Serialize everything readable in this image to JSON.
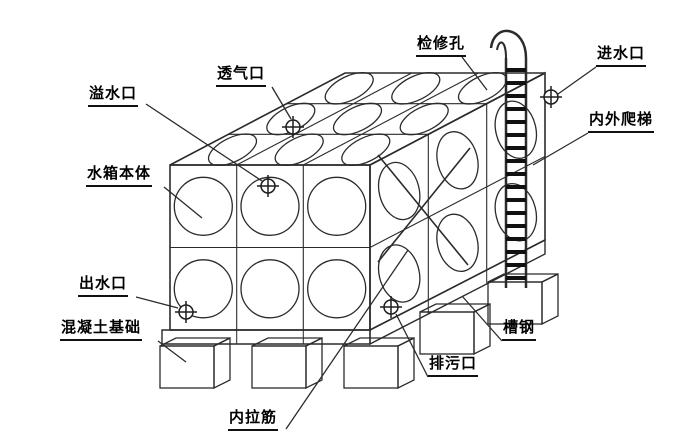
{
  "page": {
    "background_color": "#ffffff",
    "line_color": "#2b2b2b",
    "label_color": "#000000"
  },
  "diagram": {
    "type": "technical-illustration",
    "subject": "modular panel water tank isometric drawing",
    "labels": [
      {
        "id": "overflow-port",
        "text": "溢水口"
      },
      {
        "id": "vent-port",
        "text": "透气口"
      },
      {
        "id": "inspection-hatch",
        "text": "检修孔"
      },
      {
        "id": "inlet-port",
        "text": "进水口"
      },
      {
        "id": "ladder",
        "text": "内外爬梯"
      },
      {
        "id": "tank-body",
        "text": "水箱本体"
      },
      {
        "id": "outlet-port",
        "text": "出水口"
      },
      {
        "id": "concrete-foundation",
        "text": "混凝土基础"
      },
      {
        "id": "channel-steel",
        "text": "槽钢"
      },
      {
        "id": "drain-port",
        "text": "排污口"
      },
      {
        "id": "internal-tie-rod",
        "text": "内拉筋"
      }
    ]
  }
}
